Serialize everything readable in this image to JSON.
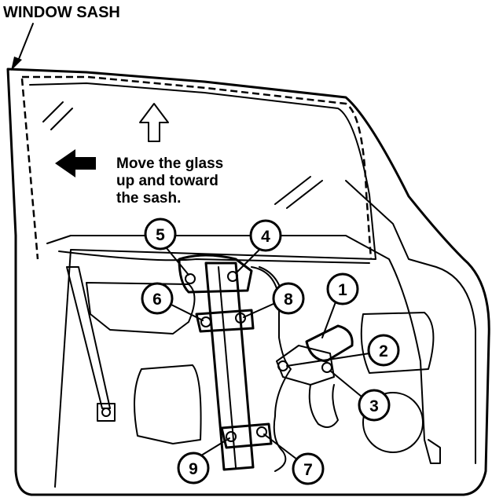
{
  "labels": {
    "sash_label": "WINDOW SASH",
    "instruction": [
      "Move the glass",
      "up and toward",
      "the sash."
    ]
  },
  "callouts": [
    {
      "id": "1",
      "text": "1"
    },
    {
      "id": "2",
      "text": "2"
    },
    {
      "id": "3",
      "text": "3"
    },
    {
      "id": "4",
      "text": "4"
    },
    {
      "id": "5",
      "text": "5"
    },
    {
      "id": "6",
      "text": "6"
    },
    {
      "id": "7",
      "text": "7"
    },
    {
      "id": "8",
      "text": "8"
    },
    {
      "id": "9",
      "text": "9"
    }
  ]
}
